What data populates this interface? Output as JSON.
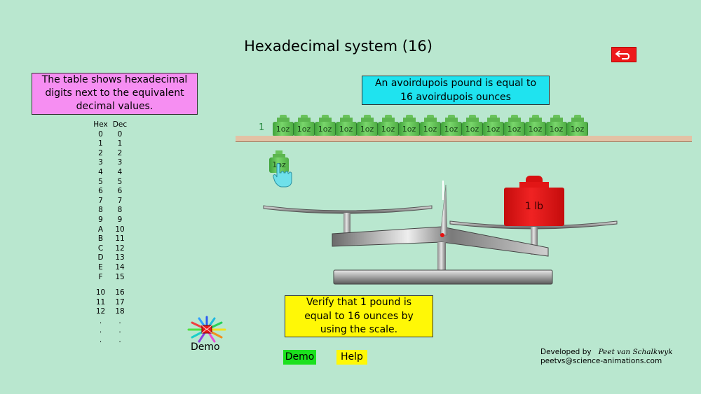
{
  "title": "Hexadecimal system (16)",
  "info_box": [
    "The table shows hexadecimal",
    "digits next to the equivalent",
    "decimal values."
  ],
  "pound_box": [
    "An avoirdupois pound is equal to",
    "16 avoirdupois ounces"
  ],
  "hex_table": {
    "headers": {
      "hex": "Hex",
      "dec": "Dec"
    },
    "rows": [
      [
        "0",
        "0"
      ],
      [
        "1",
        "1"
      ],
      [
        "2",
        "2"
      ],
      [
        "3",
        "3"
      ],
      [
        "4",
        "4"
      ],
      [
        "5",
        "5"
      ],
      [
        "6",
        "6"
      ],
      [
        "7",
        "7"
      ],
      [
        "8",
        "8"
      ],
      [
        "9",
        "9"
      ],
      [
        "A",
        "10"
      ],
      [
        "B",
        "11"
      ],
      [
        "C",
        "12"
      ],
      [
        "D",
        "13"
      ],
      [
        "E",
        "14"
      ],
      [
        "F",
        "15"
      ]
    ],
    "rows_after_gap": [
      [
        "10",
        "16"
      ],
      [
        "11",
        "17"
      ],
      [
        "12",
        "18"
      ],
      [
        ".",
        "."
      ],
      [
        ".",
        "."
      ],
      [
        ".",
        "."
      ]
    ]
  },
  "shelf_count": "1",
  "ounce_weight_label": "1oz",
  "shelf_weights": [
    "1oz",
    "1oz",
    "1oz",
    "1oz",
    "1oz",
    "1oz",
    "1oz",
    "1oz",
    "1oz",
    "1oz",
    "1oz",
    "1oz",
    "1oz",
    "1oz",
    "1oz"
  ],
  "dragged_weight_label": "1oz",
  "pound_weight_label": "1 lb",
  "verify_box": [
    "Verify that 1 pound is",
    "equal to 16 ounces by",
    "using the scale."
  ],
  "demo_icon_label": "Demo",
  "buttons": {
    "demo": "Demo",
    "help": "Help"
  },
  "credits": {
    "developed_by": "Developed by",
    "author": "Peet van Schalkwyk",
    "email": "peetvs@science-animations.com"
  },
  "colors": {
    "background": "#b9e7cf",
    "info_box": "#f68ef2",
    "pound_box": "#1fe3ef",
    "verify_box": "#fff806",
    "demo_button": "#1be11e",
    "help_button": "#fff806",
    "back_button": "#ee1a1a"
  },
  "icons": {
    "back": "return-arrow-icon",
    "cursor": "pointing-hand-icon",
    "demo": "starburst-envelope-icon"
  }
}
